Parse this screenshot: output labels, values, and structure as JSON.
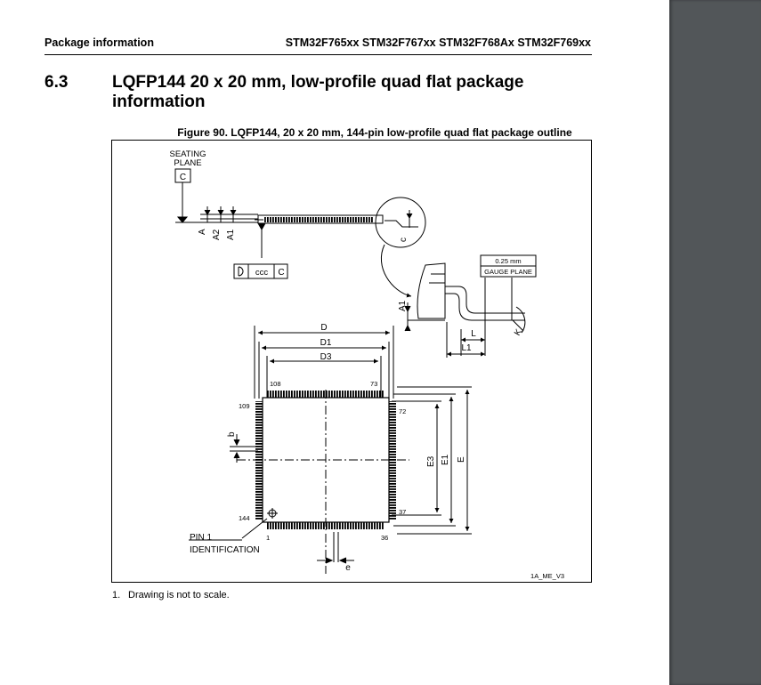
{
  "header": {
    "section": "Package information",
    "devices": "STM32F765xx STM32F767xx STM32F768Ax STM32F769xx"
  },
  "section": {
    "number": "6.3",
    "title": "LQFP144 20 x 20 mm, low-profile quad flat package information"
  },
  "figure": {
    "caption": "Figure 90. LQFP144, 20 x 20 mm, 144-pin low-profile quad flat package outline",
    "labels": {
      "seating_plane": [
        "SEATING",
        "PLANE"
      ],
      "seating_ref": "C",
      "dim_A": "A",
      "dim_A2": "A2",
      "dim_A1": "A1",
      "dim_c": "c",
      "ccc": "ccc",
      "ccc_ref": "C",
      "gauge_value": "0.25 mm",
      "gauge_plane": "GAUGE PLANE",
      "dim_A1_detail": "A1",
      "dim_K": "K",
      "dim_L": "L",
      "dim_L1": "L1",
      "dim_D": "D",
      "dim_D1": "D1",
      "dim_D3": "D3",
      "pin_108": "108",
      "pin_73": "73",
      "pin_109": "109",
      "pin_72": "72",
      "pin_144": "144",
      "pin_37": "37",
      "pin_1": "1",
      "pin_36": "36",
      "dim_b": "b",
      "dim_E3": "E3",
      "dim_E1": "E1",
      "dim_E": "E",
      "pin1_id": [
        "PIN 1",
        "IDENTIFICATION"
      ],
      "dim_e": "e",
      "ref_code": "1A_ME_V3"
    }
  },
  "note": {
    "number": "1.",
    "text": "Drawing is not to scale."
  }
}
